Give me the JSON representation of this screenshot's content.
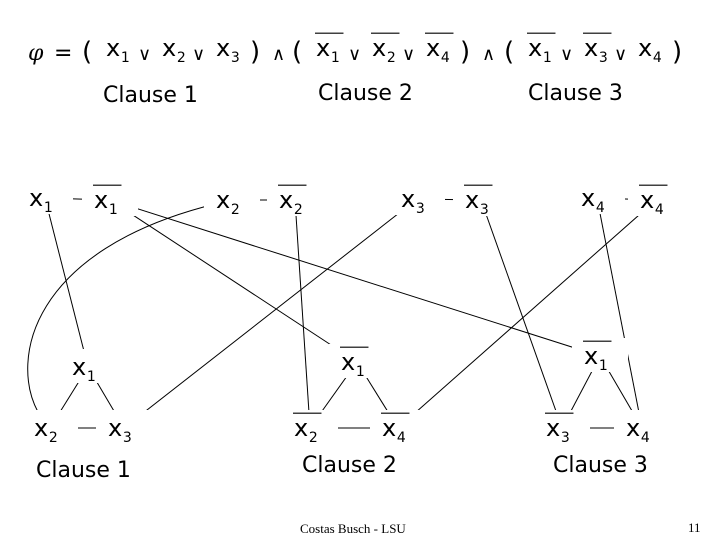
{
  "formula": {
    "phi": "φ",
    "equals": "=",
    "or": "∨",
    "and": "∧",
    "open_paren": "(",
    "close_paren": ")",
    "var_letter": "x",
    "clause_vars": [
      [
        {
          "index": "1",
          "negated": false
        },
        {
          "index": "2",
          "negated": false
        },
        {
          "index": "3",
          "negated": false
        }
      ],
      [
        {
          "index": "1",
          "negated": true
        },
        {
          "index": "2",
          "negated": true
        },
        {
          "index": "4",
          "negated": true
        }
      ],
      [
        {
          "index": "1",
          "negated": true
        },
        {
          "index": "3",
          "negated": true
        },
        {
          "index": "4",
          "negated": false
        }
      ]
    ]
  },
  "top_labels": [
    "Clause 1",
    "Clause 2",
    "Clause 3"
  ],
  "bottom_labels": [
    "Clause 1",
    "Clause 2",
    "Clause 3"
  ],
  "variable_nodes": [
    {
      "id": "x1",
      "index": "1",
      "negated": false
    },
    {
      "id": "nx1",
      "index": "1",
      "negated": true
    },
    {
      "id": "x2",
      "index": "2",
      "negated": false
    },
    {
      "id": "nx2",
      "index": "2",
      "negated": true
    },
    {
      "id": "x3",
      "index": "3",
      "negated": false
    },
    {
      "id": "nx3",
      "index": "3",
      "negated": true
    },
    {
      "id": "x4",
      "index": "4",
      "negated": false
    },
    {
      "id": "nx4",
      "index": "4",
      "negated": true
    }
  ],
  "clause_nodes": [
    {
      "id": "c1a",
      "index": "1",
      "negated": false
    },
    {
      "id": "c1b",
      "index": "2",
      "negated": false
    },
    {
      "id": "c1c",
      "index": "3",
      "negated": false
    },
    {
      "id": "c2a",
      "index": "1",
      "negated": true
    },
    {
      "id": "c2b",
      "index": "2",
      "negated": true
    },
    {
      "id": "c2c",
      "index": "4",
      "negated": true
    },
    {
      "id": "c3a",
      "index": "1",
      "negated": true
    },
    {
      "id": "c3b",
      "index": "3",
      "negated": true
    },
    {
      "id": "c3c",
      "index": "4",
      "negated": false
    }
  ],
  "edges": [
    [
      "x1",
      "nx1"
    ],
    [
      "x2",
      "nx2"
    ],
    [
      "x3",
      "nx3"
    ],
    [
      "x4",
      "nx4"
    ],
    [
      "c1a",
      "c1b"
    ],
    [
      "c1a",
      "c1c"
    ],
    [
      "c1b",
      "c1c"
    ],
    [
      "c2a",
      "c2b"
    ],
    [
      "c2a",
      "c2c"
    ],
    [
      "c2b",
      "c2c"
    ],
    [
      "c3a",
      "c3b"
    ],
    [
      "c3a",
      "c3c"
    ],
    [
      "c3b",
      "c3c"
    ],
    [
      "x1",
      "c1a"
    ],
    [
      "x2",
      "c1b"
    ],
    [
      "x3",
      "c1c"
    ],
    [
      "nx1",
      "c2a"
    ],
    [
      "nx2",
      "c2b"
    ],
    [
      "nx4",
      "c2c"
    ],
    [
      "nx1",
      "c3a"
    ],
    [
      "nx3",
      "c3b"
    ],
    [
      "x4",
      "c3c"
    ]
  ],
  "footer": {
    "author": "Costas Busch - LSU",
    "page_number": "11"
  }
}
